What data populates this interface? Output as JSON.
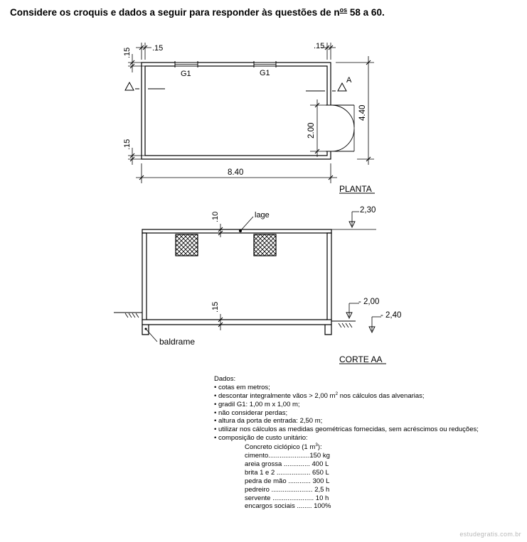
{
  "heading": {
    "text_before": "Considere os croquis e dados a seguir para responder às questões de n",
    "superscript": "os",
    "text_after": " 58 a 60."
  },
  "planta": {
    "title": "PLANTA",
    "dim_top_left_vertical": ".15",
    "dim_top_left_horizontal": ".15",
    "dim_top_right_horizontal": ".15",
    "dim_bottom_left_vertical": ".15",
    "window_left_label": "G1",
    "window_right_label": "G1",
    "section_marker": "A",
    "door_dimension": "2.00",
    "overall_height": "4.40",
    "overall_width": "8.40"
  },
  "corte": {
    "title": "CORTE AA",
    "slab_label": "lage",
    "slab_thickness": ".10",
    "foundation_label": "baldrame",
    "foundation_thickness": ".15",
    "level_top": "2,30",
    "level_floor": "- 2,00",
    "level_ground": "- 2,40"
  },
  "dados": {
    "title": "Dados:",
    "items": [
      {
        "text": "• cotas em metros;"
      },
      {
        "text": "• descontar integralmente vãos > 2,00 m",
        "sup": "2",
        "after": " nos cálculos das alvenarias;"
      },
      {
        "text": "• gradil G1: 1,00 m x 1,00 m;"
      },
      {
        "text": "• não considerar perdas;"
      },
      {
        "text": "• altura da porta de entrada: 2,50 m;"
      },
      {
        "text": "• utilizar nos cálculos as medidas geométricas fornecidas, sem acréscimos ou reduções;"
      },
      {
        "text": "• composição de custo unitário:"
      }
    ],
    "composition": {
      "title_before": "Concreto ciclópico (1 m",
      "title_sup": "3",
      "title_after": "):",
      "rows": [
        "cimento......................150 kg",
        "areia grossa .............. 400 L",
        "brita 1 e 2 .................. 650 L",
        "pedra de mão ............ 300 L",
        "pedreiro ...................... 2,5 h",
        "servente ...................... 10 h",
        "encargos sociais ........ 100%"
      ]
    }
  },
  "watermark": "estudegratis.com.br"
}
